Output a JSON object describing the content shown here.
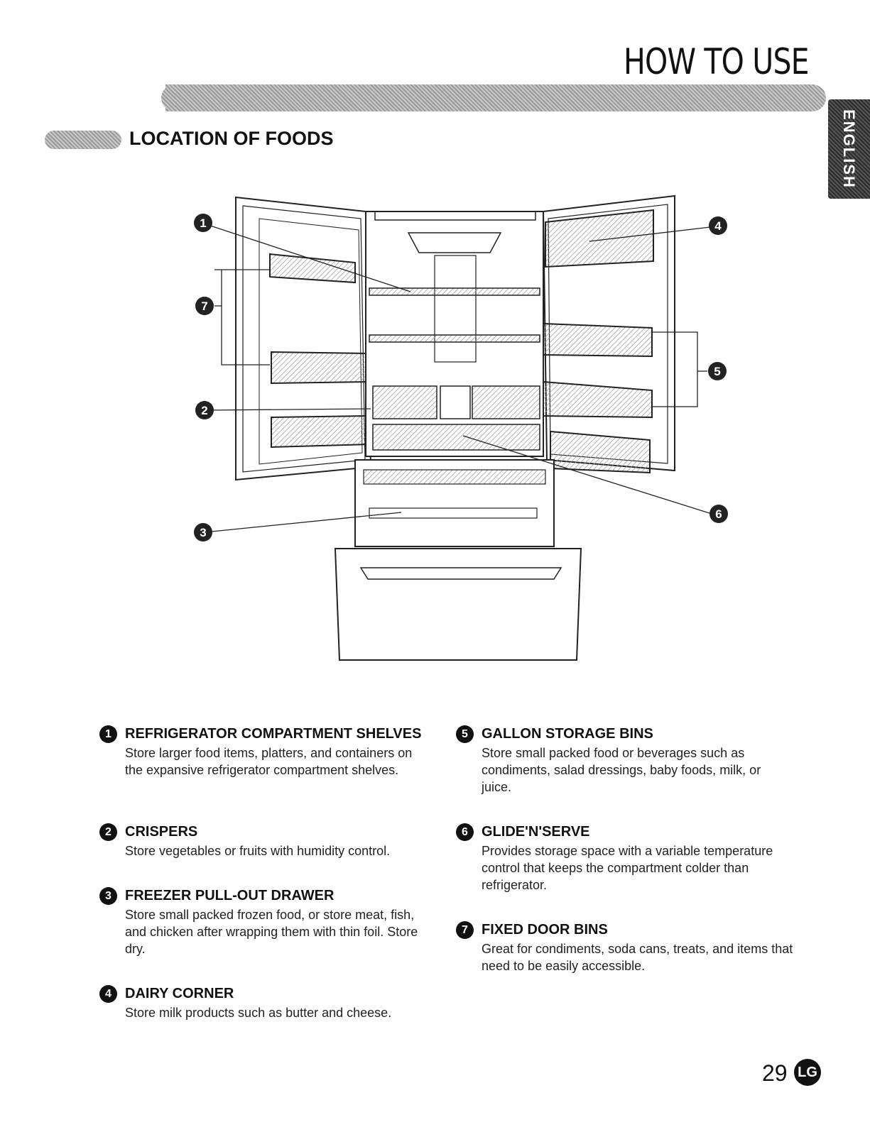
{
  "header": {
    "title": "HOW TO USE",
    "language_tab": "ENGLISH"
  },
  "section": {
    "title": "LOCATION OF FOODS"
  },
  "diagram": {
    "callouts": [
      "1",
      "2",
      "3",
      "4",
      "5",
      "6",
      "7"
    ]
  },
  "items": [
    {
      "number": "1",
      "title": "REFRIGERATOR COMPARTMENT SHELVES",
      "text": "Store larger food items, platters, and containers on the expansive refrigerator compartment shelves."
    },
    {
      "number": "2",
      "title": "CRISPERS",
      "text": "Store vegetables or fruits with humidity control."
    },
    {
      "number": "3",
      "title": "FREEZER PULL-OUT DRAWER",
      "text": "Store small packed frozen food, or store meat, fish, and chicken after wrapping them with thin foil. Store dry."
    },
    {
      "number": "4",
      "title": "DAIRY CORNER",
      "text": "Store milk products such as butter and cheese."
    },
    {
      "number": "5",
      "title": "GALLON STORAGE BINS",
      "text": "Store small packed food or beverages such as condiments, salad dressings, baby foods, milk, or juice."
    },
    {
      "number": "6",
      "title": "GLIDE'N'SERVE",
      "text": "Provides storage space with a variable temperature control that keeps the compartment colder than refrigerator."
    },
    {
      "number": "7",
      "title": "FIXED DOOR BINS",
      "text": "Great for condiments, soda cans, treats, and items that need to be easily accessible."
    }
  ],
  "footer": {
    "page_number": "29",
    "logo": "lg-logo",
    "logo_text": "LG"
  }
}
